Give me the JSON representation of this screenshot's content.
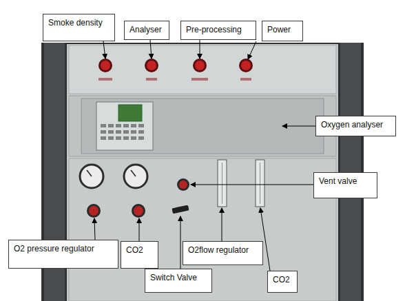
{
  "diagram": {
    "nodes": [
      {
        "text": [
          "Smoke density"
        ]
      },
      {
        "text": [
          "Analyser"
        ]
      },
      {
        "text": [
          "Pre-processing"
        ]
      },
      {
        "text": [
          "Power"
        ]
      },
      {
        "text": [
          "Oxygen analyser"
        ]
      },
      {
        "text": [
          "Vent valve"
        ]
      },
      {
        "text": [
          "O2 pressure regulator"
        ]
      },
      {
        "text": [
          "CO2"
        ]
      },
      {
        "text": [
          "O2flow regulator"
        ]
      },
      {
        "text": [
          "Switch Valve"
        ]
      },
      {
        "text": [
          "CO2"
        ]
      }
    ]
  }
}
